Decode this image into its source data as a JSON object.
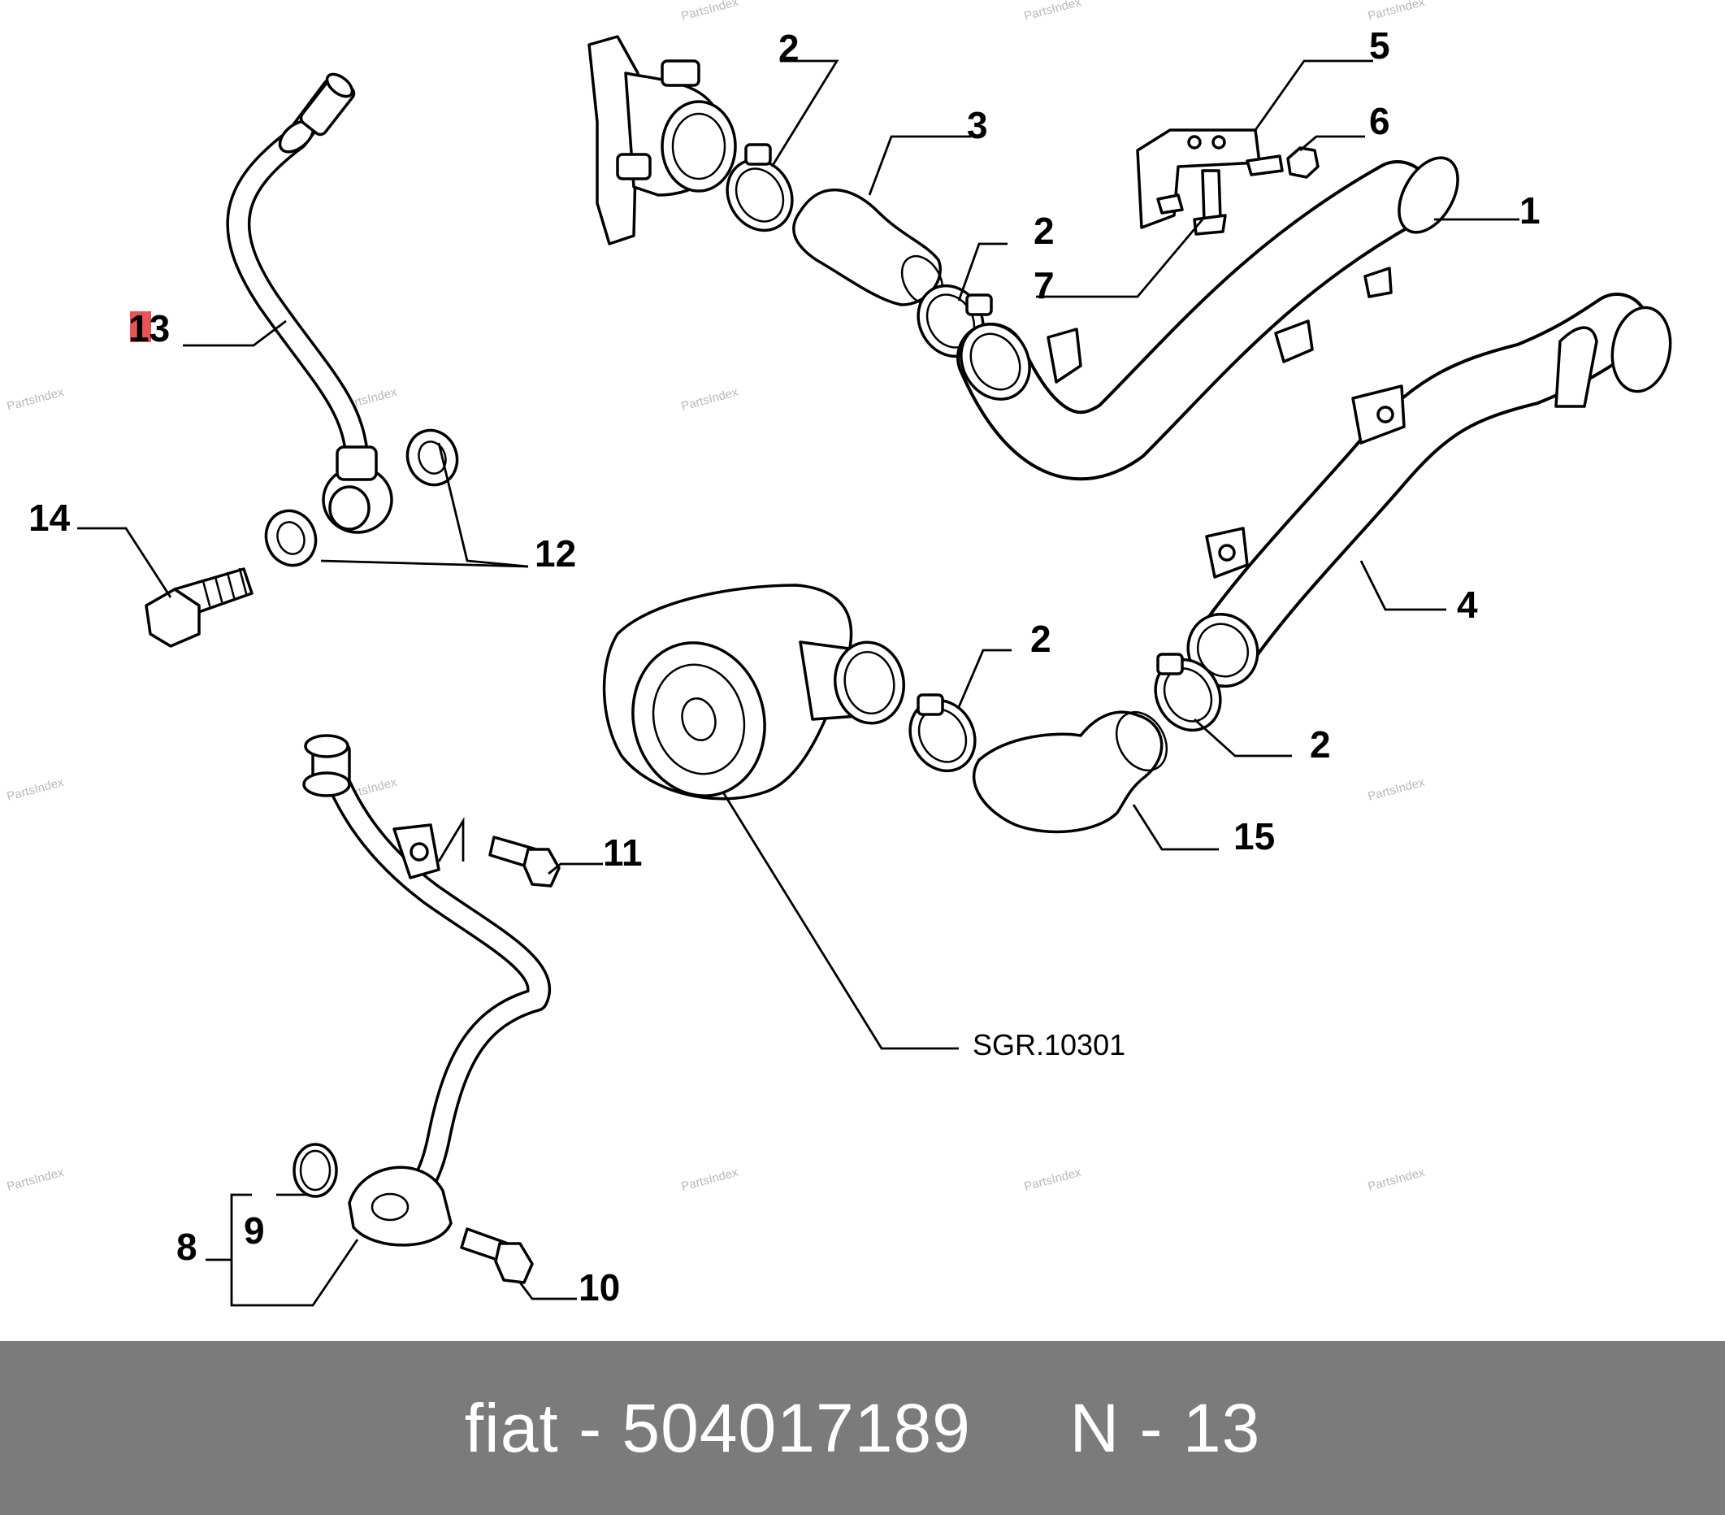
{
  "watermark": "PartsIndex",
  "callouts": {
    "c1": "1",
    "c2a": "2",
    "c2b": "2",
    "c2c": "2",
    "c2d": "2",
    "c3": "3",
    "c4": "4",
    "c5": "5",
    "c6": "6",
    "c7": "7",
    "c8": "8",
    "c9": "9",
    "c10": "10",
    "c11": "11",
    "c12": "12",
    "c13": "13",
    "c14": "14",
    "c15": "15"
  },
  "highlight_color": "#e0191b",
  "reference_label": "SGR.10301",
  "footer": {
    "text": "fiat - 504017189     N - 13",
    "background": "#7b7b7b"
  }
}
